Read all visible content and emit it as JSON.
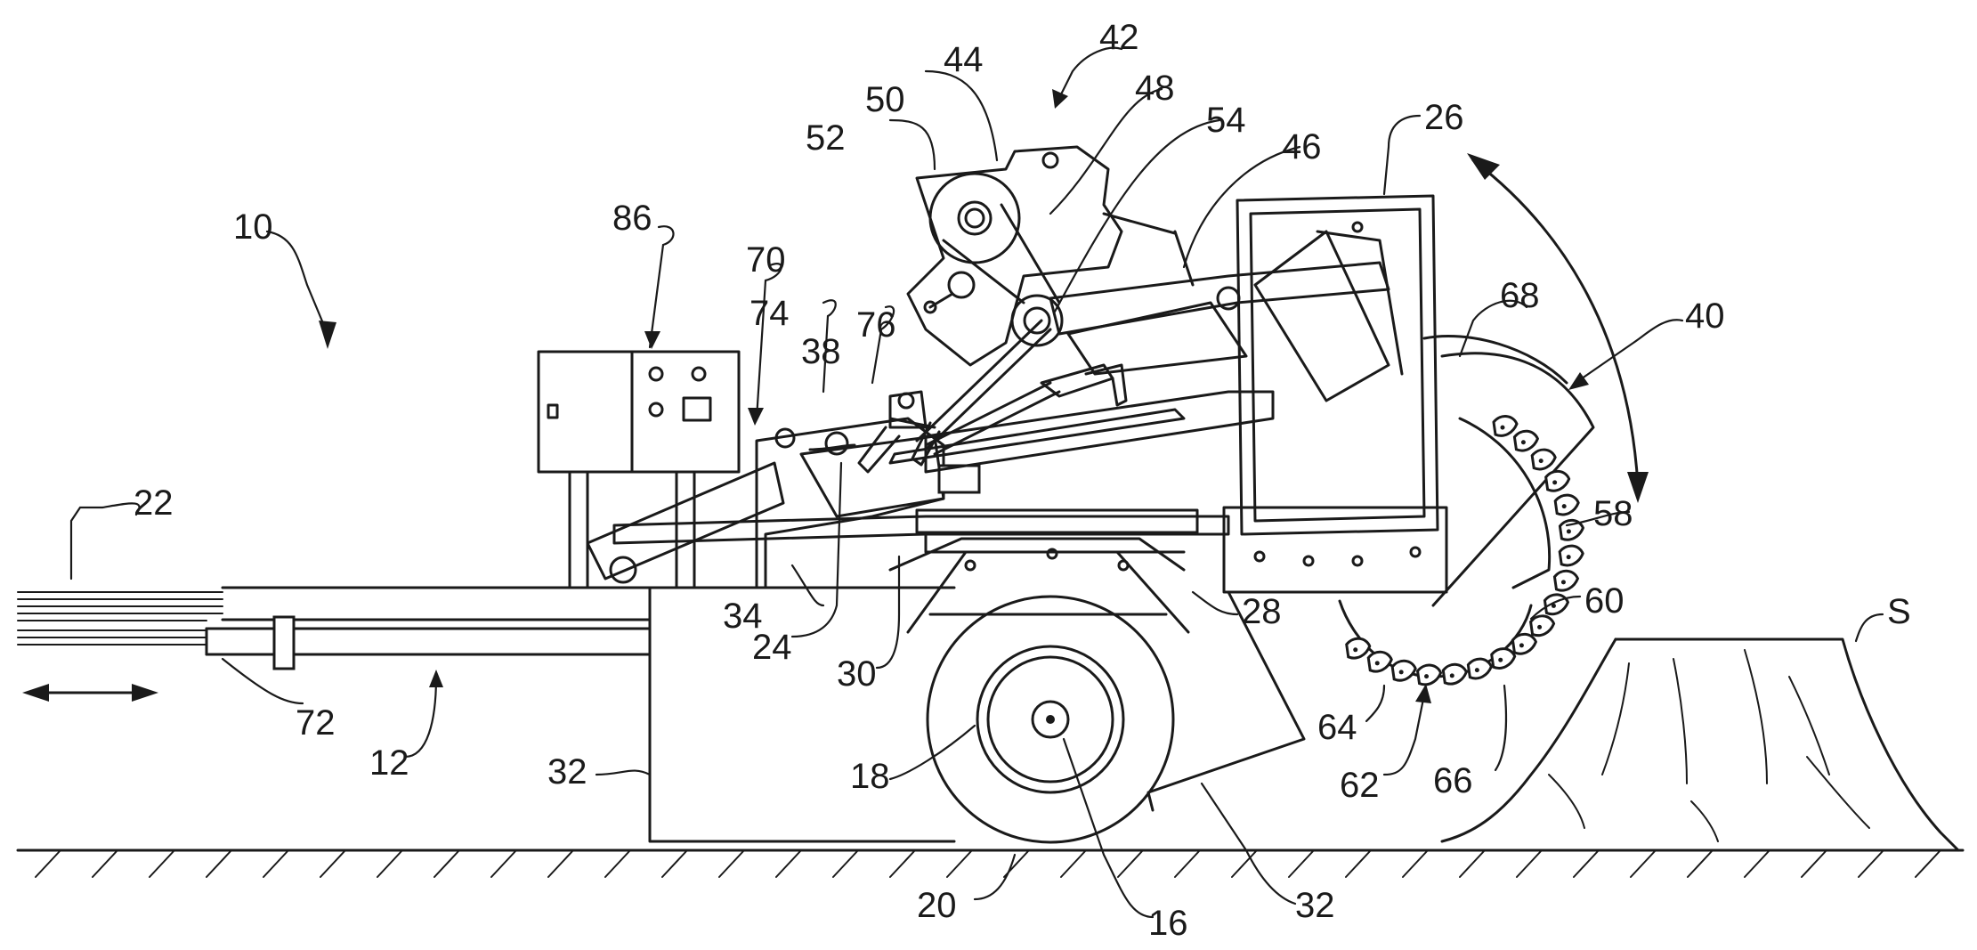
{
  "figure": {
    "labels": {
      "n10": "10",
      "n12": "12",
      "n16": "16",
      "n18": "18",
      "n20": "20",
      "n22": "22",
      "n24": "24",
      "n26": "26",
      "n28": "28",
      "n30": "30",
      "n32a": "32",
      "n32b": "32",
      "n34": "34",
      "n38": "38",
      "n40": "40",
      "n42": "42",
      "n44": "44",
      "n46": "46",
      "n48": "48",
      "n50": "50",
      "n52": "52",
      "n54": "54",
      "n58": "58",
      "n60": "60",
      "n62": "62",
      "n64": "64",
      "n66": "66",
      "n68": "68",
      "n70": "70",
      "n72": "72",
      "n74": "74",
      "n76": "76",
      "n86": "86",
      "nS": "S"
    }
  }
}
